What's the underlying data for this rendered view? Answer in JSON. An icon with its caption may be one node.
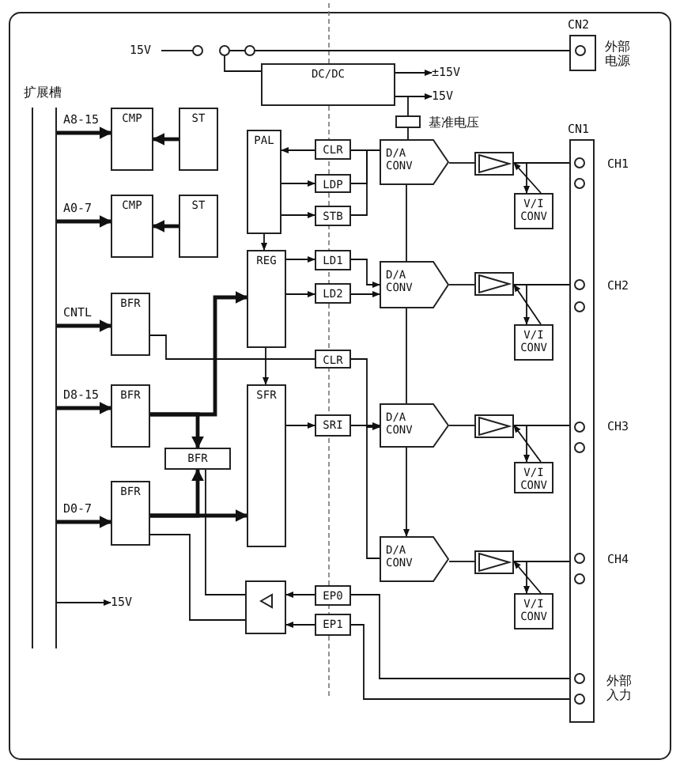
{
  "diagram": {
    "nodes": [
      {
        "text": [
          "DC/DC"
        ]
      },
      {
        "text": [],
        "shape": "box",
        "beside": [
          "基准电压"
        ]
      },
      {
        "text": [
          "CN2"
        ],
        "beside": [
          "外部电源"
        ]
      },
      {
        "text": [
          "CN1"
        ],
        "beside": [
          "外部入力"
        ]
      },
      {
        "text": [
          "扩展槽"
        ]
      },
      {
        "text": [
          "CMP"
        ]
      },
      {
        "text": [
          "ST"
        ]
      },
      {
        "text": [
          "CMP"
        ]
      },
      {
        "text": [
          "ST"
        ]
      },
      {
        "text": [
          "PAL"
        ]
      },
      {
        "text": [
          "CLR"
        ]
      },
      {
        "text": [
          "LDP"
        ]
      },
      {
        "text": [
          "STB"
        ]
      },
      {
        "text": [
          "REG"
        ]
      },
      {
        "text": [
          "LD1"
        ]
      },
      {
        "text": [
          "LD2"
        ]
      },
      {
        "text": [
          "BFR"
        ]
      },
      {
        "text": [
          "CLR"
        ]
      },
      {
        "text": [
          "BFR"
        ]
      },
      {
        "text": [
          "SFR"
        ]
      },
      {
        "text": [
          "SRI"
        ]
      },
      {
        "text": [
          "BFR"
        ]
      },
      {
        "text": [
          "BFR"
        ]
      },
      {
        "text": [],
        "shape": "box"
      },
      {
        "text": [
          "EP0"
        ]
      },
      {
        "text": [
          "EP1"
        ]
      },
      {
        "text": [
          "D/A CONV"
        ]
      },
      {
        "text": [
          "D/A CONV"
        ]
      },
      {
        "text": [
          "D/A CONV"
        ]
      },
      {
        "text": [
          "D/A CONV"
        ]
      },
      {
        "text": [],
        "shape": "box"
      },
      {
        "text": [],
        "shape": "box"
      },
      {
        "text": [],
        "shape": "box"
      },
      {
        "text": [],
        "shape": "box"
      },
      {
        "text": [
          "V/I CONV"
        ]
      },
      {
        "text": [
          "V/I CONV"
        ]
      },
      {
        "text": [
          "V/I CONV"
        ]
      },
      {
        "text": [
          "V/I CONV"
        ]
      },
      {
        "text": [
          "±15V"
        ]
      },
      {
        "text": [
          "15V"
        ]
      },
      {
        "text": [
          "15V"
        ]
      }
    ],
    "edges": [
      {
        "from": 2,
        "to": 0,
        "arrow": "none"
      },
      {
        "from": 0,
        "to": 38,
        "arrow": "to"
      },
      {
        "from": 0,
        "to": 39,
        "arrow": "to"
      },
      {
        "from": 0,
        "to": 1,
        "arrow": "none"
      },
      {
        "from": 1,
        "to": 26,
        "arrow": "none"
      },
      {
        "from": 26,
        "to": 27,
        "arrow": "none"
      },
      {
        "from": 27,
        "to": 28,
        "arrow": "none"
      },
      {
        "from": 28,
        "to": 29,
        "arrow": "to"
      },
      {
        "from": 26,
        "to": 30,
        "arrow": "none"
      },
      {
        "from": 27,
        "to": 31,
        "arrow": "none"
      },
      {
        "from": 28,
        "to": 32,
        "arrow": "none"
      },
      {
        "from": 29,
        "to": 33,
        "arrow": "none"
      },
      {
        "from": 30,
        "to": 3,
        "arrow": "none"
      },
      {
        "from": 31,
        "to": 3,
        "arrow": "none"
      },
      {
        "from": 32,
        "to": 3,
        "arrow": "none"
      },
      {
        "from": 33,
        "to": 3,
        "arrow": "none"
      },
      {
        "from": 30,
        "to": 34,
        "arrow": "to"
      },
      {
        "from": 34,
        "to": 30,
        "arrow": "to"
      },
      {
        "from": 31,
        "to": 35,
        "arrow": "to"
      },
      {
        "from": 35,
        "to": 31,
        "arrow": "to"
      },
      {
        "from": 32,
        "to": 36,
        "arrow": "to"
      },
      {
        "from": 36,
        "to": 32,
        "arrow": "to"
      },
      {
        "from": 33,
        "to": 37,
        "arrow": "to"
      },
      {
        "from": 37,
        "to": 33,
        "arrow": "to"
      },
      {
        "from": 4,
        "to": 5,
        "arrow": "to",
        "label": "A8-15",
        "style": "thick"
      },
      {
        "from": 6,
        "to": 5,
        "arrow": "to",
        "style": "thick"
      },
      {
        "from": 4,
        "to": 7,
        "arrow": "to",
        "label": "A0-7",
        "style": "thick"
      },
      {
        "from": 8,
        "to": 7,
        "arrow": "to",
        "style": "thick"
      },
      {
        "from": 4,
        "to": 16,
        "arrow": "to",
        "label": "CNTL",
        "style": "thick"
      },
      {
        "from": 4,
        "to": 18,
        "arrow": "to",
        "label": "D8-15",
        "style": "thick"
      },
      {
        "from": 4,
        "to": 22,
        "arrow": "to",
        "label": "D0-7",
        "style": "thick"
      },
      {
        "from": 10,
        "to": 9,
        "arrow": "to"
      },
      {
        "from": 9,
        "to": 11,
        "arrow": "to"
      },
      {
        "from": 9,
        "to": 12,
        "arrow": "to"
      },
      {
        "from": 9,
        "to": 13,
        "arrow": "to"
      },
      {
        "from": 13,
        "to": 14,
        "arrow": "to"
      },
      {
        "from": 13,
        "to": 15,
        "arrow": "to"
      },
      {
        "from": 13,
        "to": 19,
        "arrow": "to"
      },
      {
        "from": 19,
        "to": 20,
        "arrow": "to"
      },
      {
        "from": 18,
        "to": 13,
        "arrow": "to",
        "style": "thick"
      },
      {
        "from": 18,
        "to": 21,
        "arrow": "to",
        "style": "thick"
      },
      {
        "from": 22,
        "to": 19,
        "arrow": "to",
        "style": "thick"
      },
      {
        "from": 22,
        "to": 21,
        "arrow": "to",
        "style": "thick"
      },
      {
        "from": 23,
        "to": 21,
        "arrow": "none"
      },
      {
        "from": 23,
        "to": 22,
        "arrow": "none"
      },
      {
        "from": 24,
        "to": 23,
        "arrow": "to"
      },
      {
        "from": 25,
        "to": 23,
        "arrow": "to"
      },
      {
        "from": 24,
        "to": 3,
        "arrow": "none"
      },
      {
        "from": 25,
        "to": 3,
        "arrow": "none"
      },
      {
        "from": 16,
        "to": 17,
        "arrow": "none"
      },
      {
        "from": 11,
        "to": 26,
        "arrow": "none"
      },
      {
        "from": 12,
        "to": 26,
        "arrow": "none"
      },
      {
        "from": 14,
        "to": 27,
        "arrow": "to"
      },
      {
        "from": 15,
        "to": 27,
        "arrow": "to"
      },
      {
        "from": 17,
        "to": 28,
        "arrow": "to"
      },
      {
        "from": 20,
        "to": 28,
        "arrow": "to"
      },
      {
        "from": 20,
        "to": 29,
        "arrow": "none"
      },
      {
        "from": 10,
        "to": 26,
        "arrow": "none"
      },
      {
        "from": 4,
        "to": 40,
        "arrow": "to"
      }
    ],
    "labels": [
      "15V",
      "CH1",
      "CH2",
      "CH3",
      "CH4"
    ]
  }
}
